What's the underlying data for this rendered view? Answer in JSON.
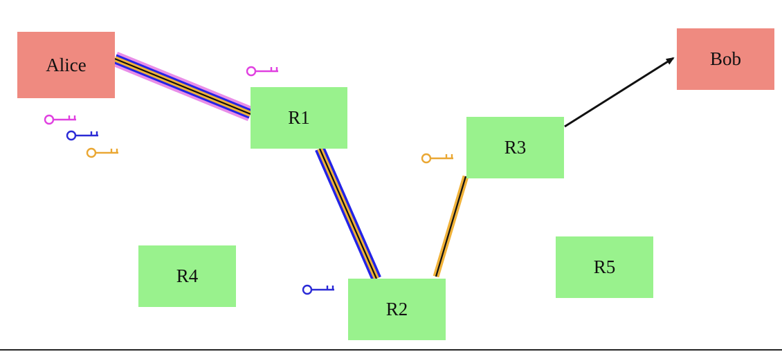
{
  "nodes": {
    "alice": "Alice",
    "bob": "Bob",
    "r1": "R1",
    "r2": "R2",
    "r3": "R3",
    "r4": "R4",
    "r5": "R5"
  },
  "colors": {
    "router_fill": "#99f28d",
    "host_fill": "#ef8a80",
    "layer_pink": "#e88ee8",
    "layer_blue": "#2323e6",
    "layer_orange": "#f0b23a",
    "key_pink": "#e040e0",
    "key_blue": "#2a2ad6",
    "key_orange": "#eaa733",
    "core_line": "#111111"
  },
  "links": [
    {
      "from": "Alice",
      "to": "R1",
      "layers": [
        "pink",
        "blue",
        "orange"
      ]
    },
    {
      "from": "R1",
      "to": "R2",
      "layers": [
        "blue",
        "orange"
      ]
    },
    {
      "from": "R2",
      "to": "R3",
      "layers": [
        "orange"
      ]
    },
    {
      "from": "R3",
      "to": "Bob",
      "layers": [],
      "arrow": true
    }
  ],
  "keys": {
    "alice": [
      "key_pink",
      "key_blue",
      "key_orange"
    ],
    "r1": "key_pink",
    "r2": "key_blue",
    "r3": "key_orange"
  },
  "icons": [
    "key-icon",
    "arrowhead-icon"
  ]
}
